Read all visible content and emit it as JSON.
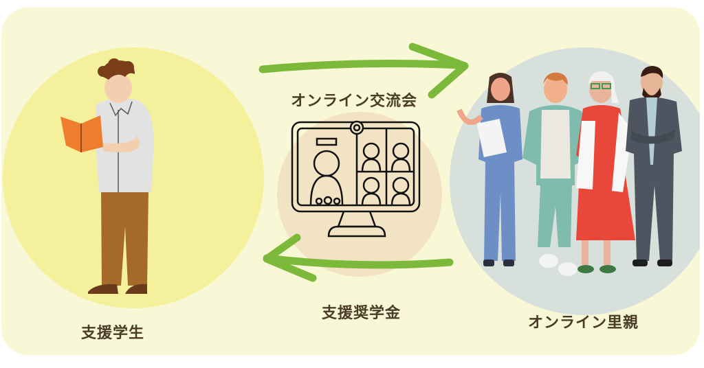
{
  "diagram": {
    "title": "Online foster parent scholarship support flow",
    "colors": {
      "background": "#f9f8d6",
      "student_circle": "#f4f09c",
      "center_circle": "#f2e3c4",
      "foster_circle": "#d8e0dc",
      "arrow": "#7cb83a",
      "label_text": "#4a3b28"
    },
    "nodes": [
      {
        "id": "student",
        "label": "支援学生",
        "icon": "student-reading-book-illustration"
      },
      {
        "id": "exchange",
        "label": "オンライン交流会",
        "icon": "video-conference-monitor-icon"
      },
      {
        "id": "foster",
        "label": "オンライン里親",
        "icon": "group-of-adults-illustration"
      }
    ],
    "edges": [
      {
        "from": "student",
        "to": "foster",
        "label": "オンライン交流会",
        "direction": "right"
      },
      {
        "from": "foster",
        "to": "student",
        "label": "支援奨学金",
        "direction": "left"
      }
    ],
    "labels": {
      "exchange": "オンライン交流会",
      "scholarship": "支援奨学金",
      "student": "支援学生",
      "foster": "オンライン里親"
    }
  }
}
